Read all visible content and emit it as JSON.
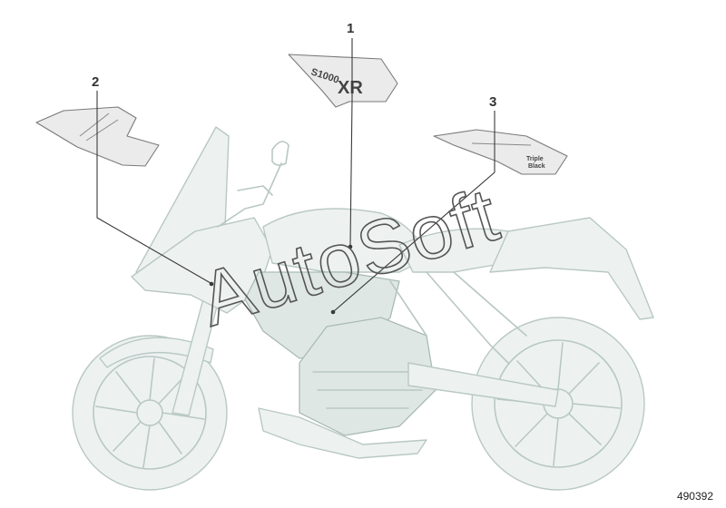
{
  "diagram": {
    "callouts": [
      {
        "id": "1",
        "label": "1"
      },
      {
        "id": "2",
        "label": "2"
      },
      {
        "id": "3",
        "label": "3"
      }
    ],
    "decal_1_text": [
      "S1000",
      "XR"
    ],
    "decal_3_text": [
      "Triple",
      "Black"
    ],
    "watermark": "AutoSoft",
    "reference_number": "490392"
  }
}
